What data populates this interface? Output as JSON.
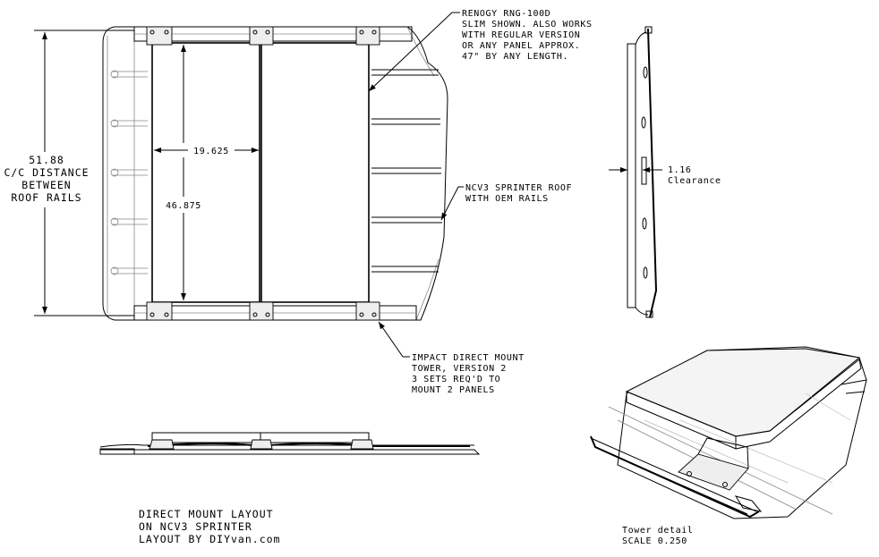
{
  "dimensions": {
    "rail_distance_value": "51.88",
    "rail_distance_label": [
      "C/C DISTANCE",
      "BETWEEN",
      "ROOF RAILS"
    ],
    "panel_width": "19.625",
    "panel_length": "46.875",
    "clearance_value": "1.16",
    "clearance_label": "Clearance"
  },
  "callouts": {
    "panel": [
      "RENOGY RNG-100D",
      "SLIM SHOWN. ALSO WORKS",
      "WITH REGULAR VERSION",
      "OR ANY PANEL APPROX.",
      "47\" BY ANY LENGTH."
    ],
    "roof": [
      "NCV3 SPRINTER ROOF",
      "WITH OEM RAILS"
    ],
    "tower": [
      "IMPACT DIRECT MOUNT",
      "TOWER, VERSION 2",
      "3 SETS REQ'D TO",
      "MOUNT 2 PANELS"
    ]
  },
  "title_block": [
    "DIRECT MOUNT LAYOUT",
    "ON NCV3 SPRINTER",
    "LAYOUT BY DIYvan.com"
  ],
  "detail": {
    "title": "Tower detail",
    "scale": "SCALE  0.250"
  }
}
